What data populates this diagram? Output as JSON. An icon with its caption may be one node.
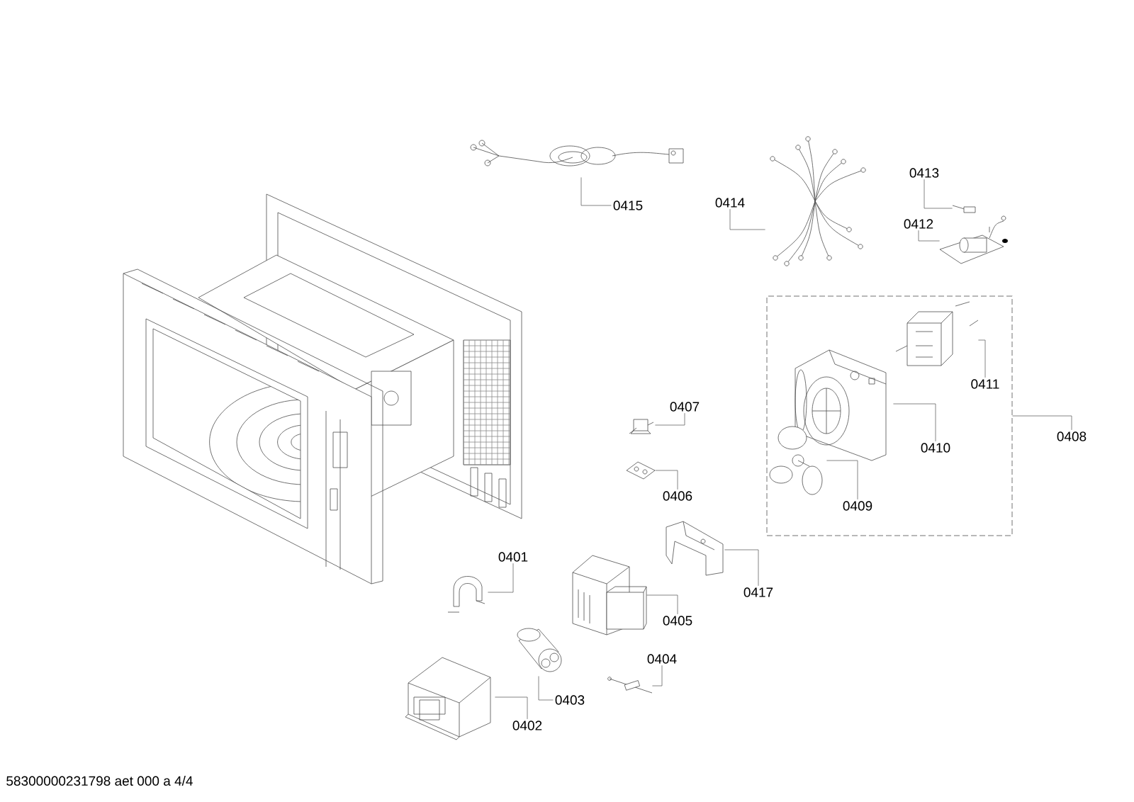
{
  "diagram": {
    "nodes": [
      {
        "text": [],
        "shape": "picture"
      },
      {
        "text": [
          "0415"
        ]
      },
      {
        "text": [],
        "shape": "picture"
      },
      {
        "text": [
          "0414"
        ]
      },
      {
        "text": [
          "0413"
        ]
      },
      {
        "text": [],
        "shape": "picture"
      },
      {
        "text": [
          "0412"
        ]
      },
      {
        "text": [],
        "shape": "picture"
      },
      {
        "text": [],
        "shape": "box"
      },
      {
        "text": [],
        "shape": "picture",
        "in": 8
      },
      {
        "text": [
          "0411"
        ],
        "in": 8
      },
      {
        "text": [],
        "shape": "picture",
        "in": 8
      },
      {
        "text": [
          "0410"
        ],
        "in": 8
      },
      {
        "text": [],
        "shape": "picture",
        "in": 8
      },
      {
        "text": [
          "0409"
        ],
        "in": 8
      },
      {
        "text": [
          "0408"
        ]
      },
      {
        "text": [],
        "shape": "picture"
      },
      {
        "text": [
          "0407"
        ]
      },
      {
        "text": [],
        "shape": "picture"
      },
      {
        "text": [
          "0406"
        ]
      },
      {
        "text": [
          "0401"
        ]
      },
      {
        "text": [],
        "shape": "picture"
      },
      {
        "text": [],
        "shape": "picture"
      },
      {
        "text": [
          "0417"
        ]
      },
      {
        "text": [],
        "shape": "picture"
      },
      {
        "text": [
          "0405"
        ]
      },
      {
        "text": [
          "0404"
        ]
      },
      {
        "text": [],
        "shape": "picture"
      },
      {
        "text": [],
        "shape": "picture"
      },
      {
        "text": [
          "0403"
        ]
      },
      {
        "text": [
          "0402"
        ]
      },
      {
        "text": [],
        "shape": "picture"
      }
    ],
    "edges": [
      {
        "from": 1,
        "to": 0,
        "arrow": "none"
      },
      {
        "from": 3,
        "to": 2,
        "arrow": "none"
      },
      {
        "from": 4,
        "to": 5,
        "arrow": "none"
      },
      {
        "from": 6,
        "to": 7,
        "arrow": "none"
      },
      {
        "from": 15,
        "to": 8,
        "arrow": "none"
      },
      {
        "from": 10,
        "to": 9,
        "arrow": "none"
      },
      {
        "from": 12,
        "to": 11,
        "arrow": "none"
      },
      {
        "from": 14,
        "to": 13,
        "arrow": "none"
      },
      {
        "from": 17,
        "to": 16,
        "arrow": "none"
      },
      {
        "from": 19,
        "to": 18,
        "arrow": "none"
      },
      {
        "from": 20,
        "to": 21,
        "arrow": "none"
      },
      {
        "from": 23,
        "to": 22,
        "arrow": "none"
      },
      {
        "from": 25,
        "to": 24,
        "arrow": "none"
      },
      {
        "from": 26,
        "to": 27,
        "arrow": "none"
      },
      {
        "from": 29,
        "to": 28,
        "arrow": "none"
      },
      {
        "from": 30,
        "to": 31,
        "arrow": "none"
      }
    ],
    "labels": [
      "58300000231798 aet 000 a 4/4"
    ]
  }
}
